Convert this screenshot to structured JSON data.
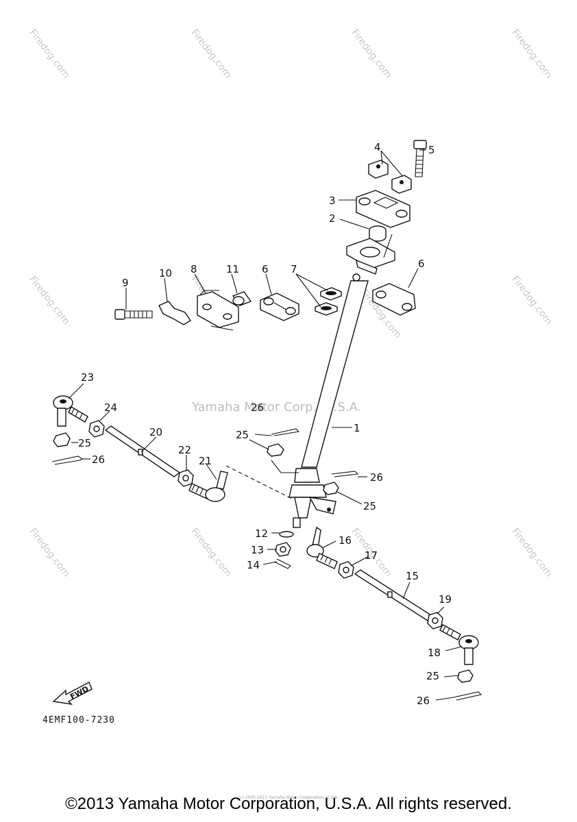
{
  "watermark": {
    "site": "Firedog.com",
    "center": "Yamaha Motor Corp., U.S.A."
  },
  "callouts": [
    "1",
    "2",
    "3",
    "4",
    "5",
    "6",
    "7",
    "8",
    "9",
    "10",
    "11",
    "12",
    "13",
    "14",
    "15",
    "16",
    "17",
    "18",
    "19",
    "20",
    "21",
    "22",
    "23",
    "24",
    "25",
    "26"
  ],
  "fwd_label": "FWD",
  "diagram_code": "4EMF100-7230",
  "footer": {
    "copyright": "©2013 Yamaha Motor Corporation, U.S.A. All rights reserved.",
    "fineprint": "(c) 2005-2015 Yamaha Motor Corporation, U.S.A."
  }
}
